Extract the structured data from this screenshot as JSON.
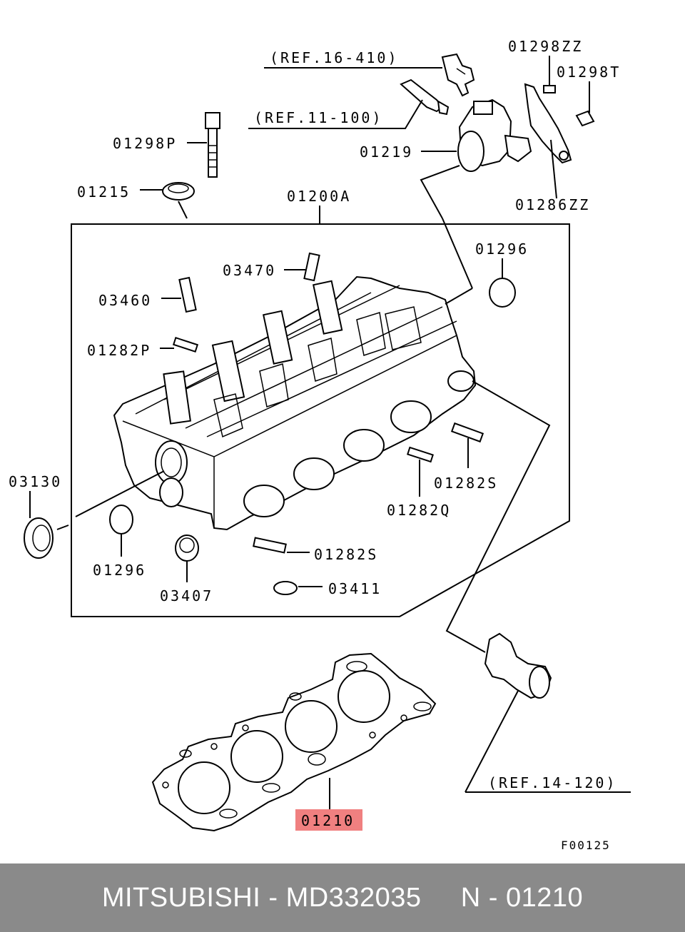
{
  "labels": {
    "ref_16_410": "(REF.16-410)",
    "ref_11_100": "(REF.11-100)",
    "ref_14_120": "(REF.14-120)",
    "p01298ZZ": "01298ZZ",
    "p01298T": "01298T",
    "p01298P": "01298P",
    "p01219": "01219",
    "p01215": "01215",
    "p01200A": "01200A",
    "p01286ZZ": "01286ZZ",
    "p01296_top": "01296",
    "p03470": "03470",
    "p03460": "03460",
    "p01282P": "01282P",
    "p03130": "03130",
    "p01282S_right": "01282S",
    "p01282Q": "01282Q",
    "p01282S_bottom": "01282S",
    "p01296_bottom": "01296",
    "p03407": "03407",
    "p03411": "03411",
    "p01210": "01210",
    "figure_code": "F00125"
  },
  "highlight_color": "#f08080",
  "footer": {
    "text": "MITSUBISHI - MD332035     N - 01210"
  }
}
